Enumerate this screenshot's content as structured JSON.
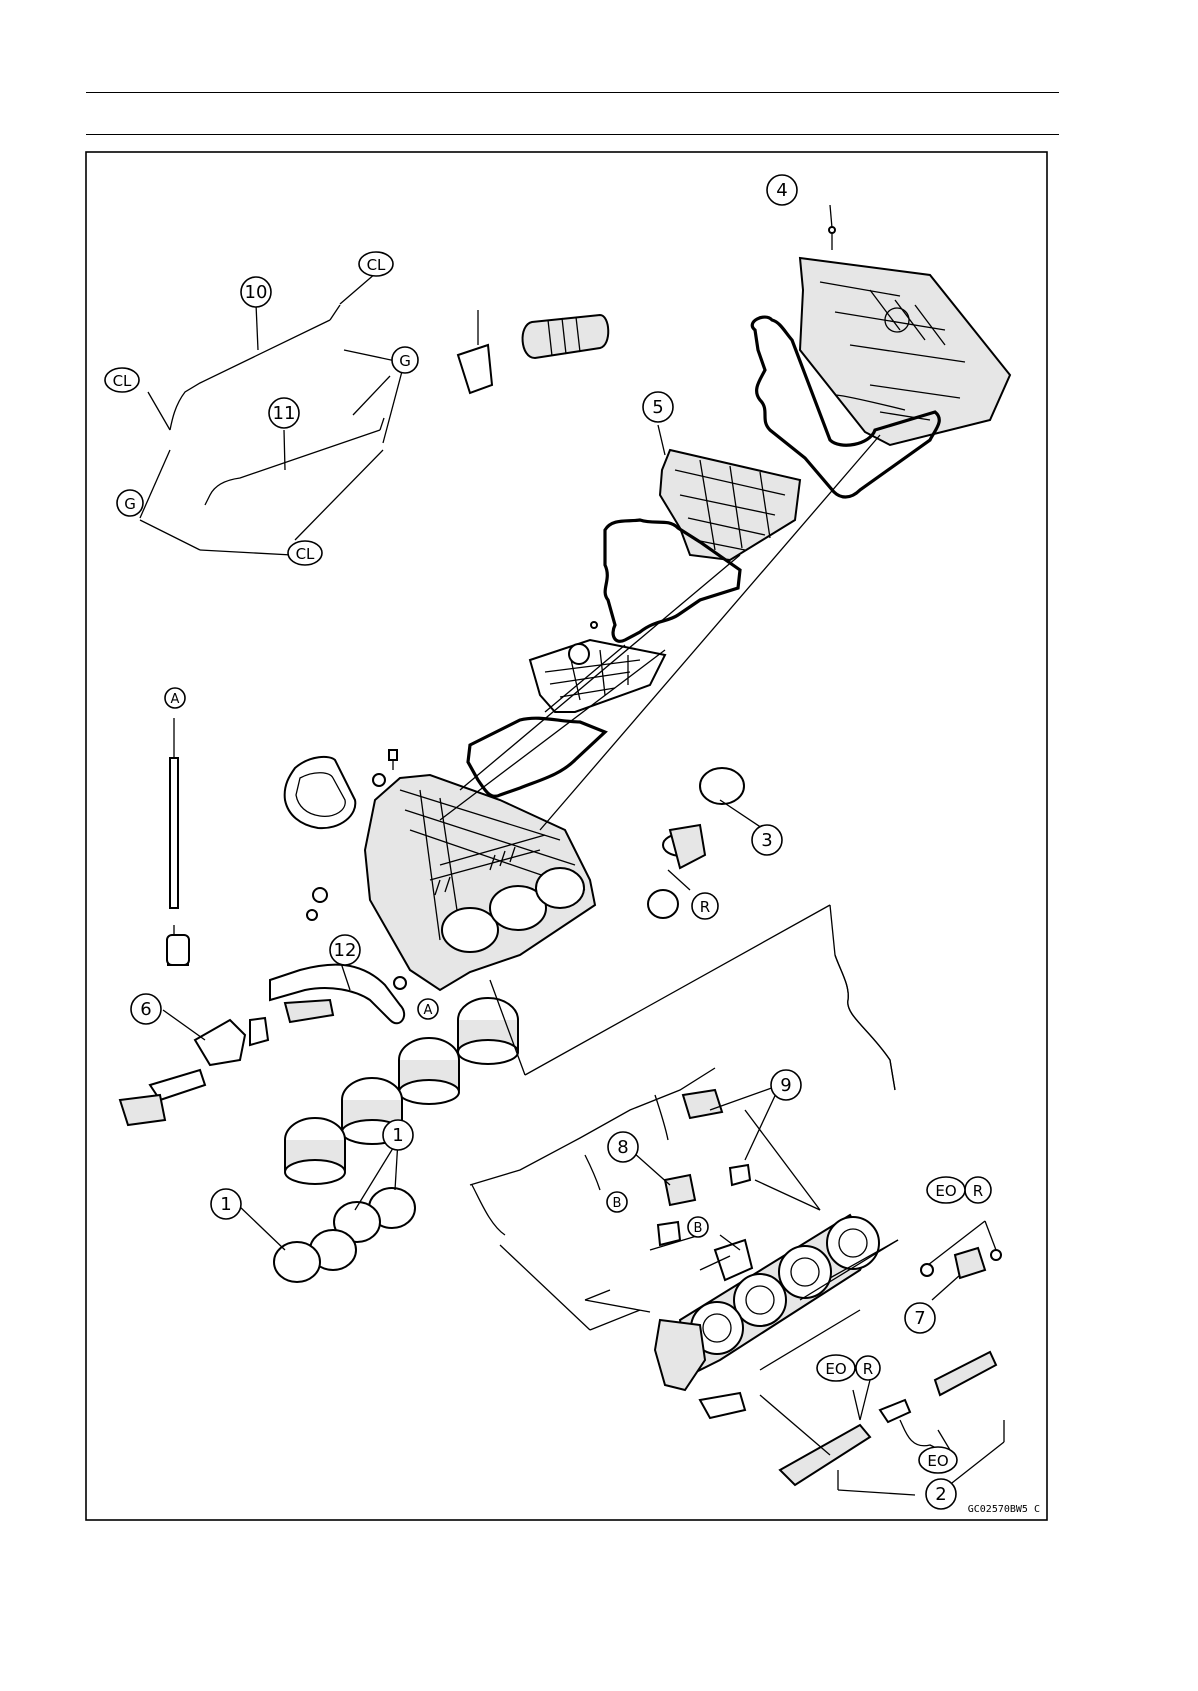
{
  "callouts": [
    {
      "id": "c4",
      "text": "4"
    },
    {
      "id": "c10",
      "text": "10"
    },
    {
      "id": "c11",
      "text": "11"
    },
    {
      "id": "c5",
      "text": "5"
    },
    {
      "id": "c3",
      "text": "3"
    },
    {
      "id": "c12",
      "text": "12"
    },
    {
      "id": "c6",
      "text": "6"
    },
    {
      "id": "c9",
      "text": "9"
    },
    {
      "id": "c8",
      "text": "8"
    },
    {
      "id": "c1a",
      "text": "1"
    },
    {
      "id": "c1b",
      "text": "1"
    },
    {
      "id": "c7",
      "text": "7"
    },
    {
      "id": "c2",
      "text": "2"
    }
  ],
  "letter_marks": [
    {
      "id": "cl1",
      "text": "CL"
    },
    {
      "id": "cl2",
      "text": "CL"
    },
    {
      "id": "cl3",
      "text": "CL"
    },
    {
      "id": "g1",
      "text": "G"
    },
    {
      "id": "g2",
      "text": "G"
    },
    {
      "id": "ra",
      "text": "R"
    },
    {
      "id": "rb",
      "text": "R"
    },
    {
      "id": "rc",
      "text": "R"
    },
    {
      "id": "a1",
      "text": "A"
    },
    {
      "id": "a2",
      "text": "A"
    },
    {
      "id": "b1",
      "text": "B"
    },
    {
      "id": "b2",
      "text": "B"
    },
    {
      "id": "eo1",
      "text": "EO"
    },
    {
      "id": "eo2",
      "text": "EO"
    },
    {
      "id": "eo3",
      "text": "EO"
    }
  ],
  "figure_code": "GC02570BW5 C"
}
